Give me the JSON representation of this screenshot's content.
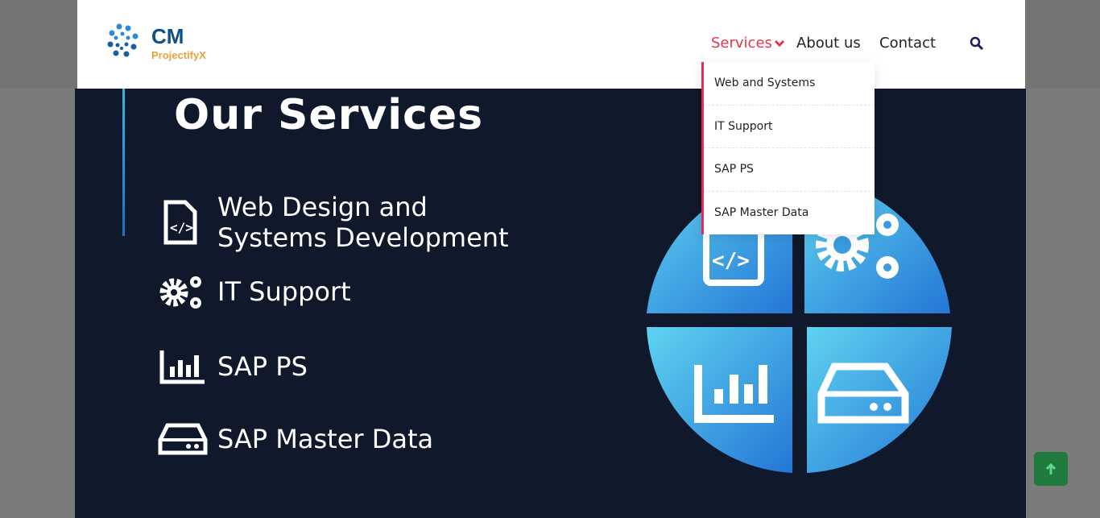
{
  "brand": {
    "name": "CM",
    "tagline": "ProjectifyX"
  },
  "nav": {
    "services": "Services",
    "about": "About us",
    "contact": "Contact"
  },
  "dropdown": [
    "Web and Systems",
    "IT Support",
    "SAP PS",
    "SAP Master Data"
  ],
  "hero": {
    "title": "Our Services",
    "services": [
      {
        "line1": "Web Design and",
        "line2": "Systems Development"
      },
      {
        "line1": "IT Support"
      },
      {
        "line1": "SAP PS"
      },
      {
        "line1": "SAP Master Data"
      }
    ]
  },
  "colors": {
    "accent": "#e8334a",
    "navy": "#10182b",
    "blue": "#2a8ad8",
    "totop": "#1f7a3e"
  }
}
